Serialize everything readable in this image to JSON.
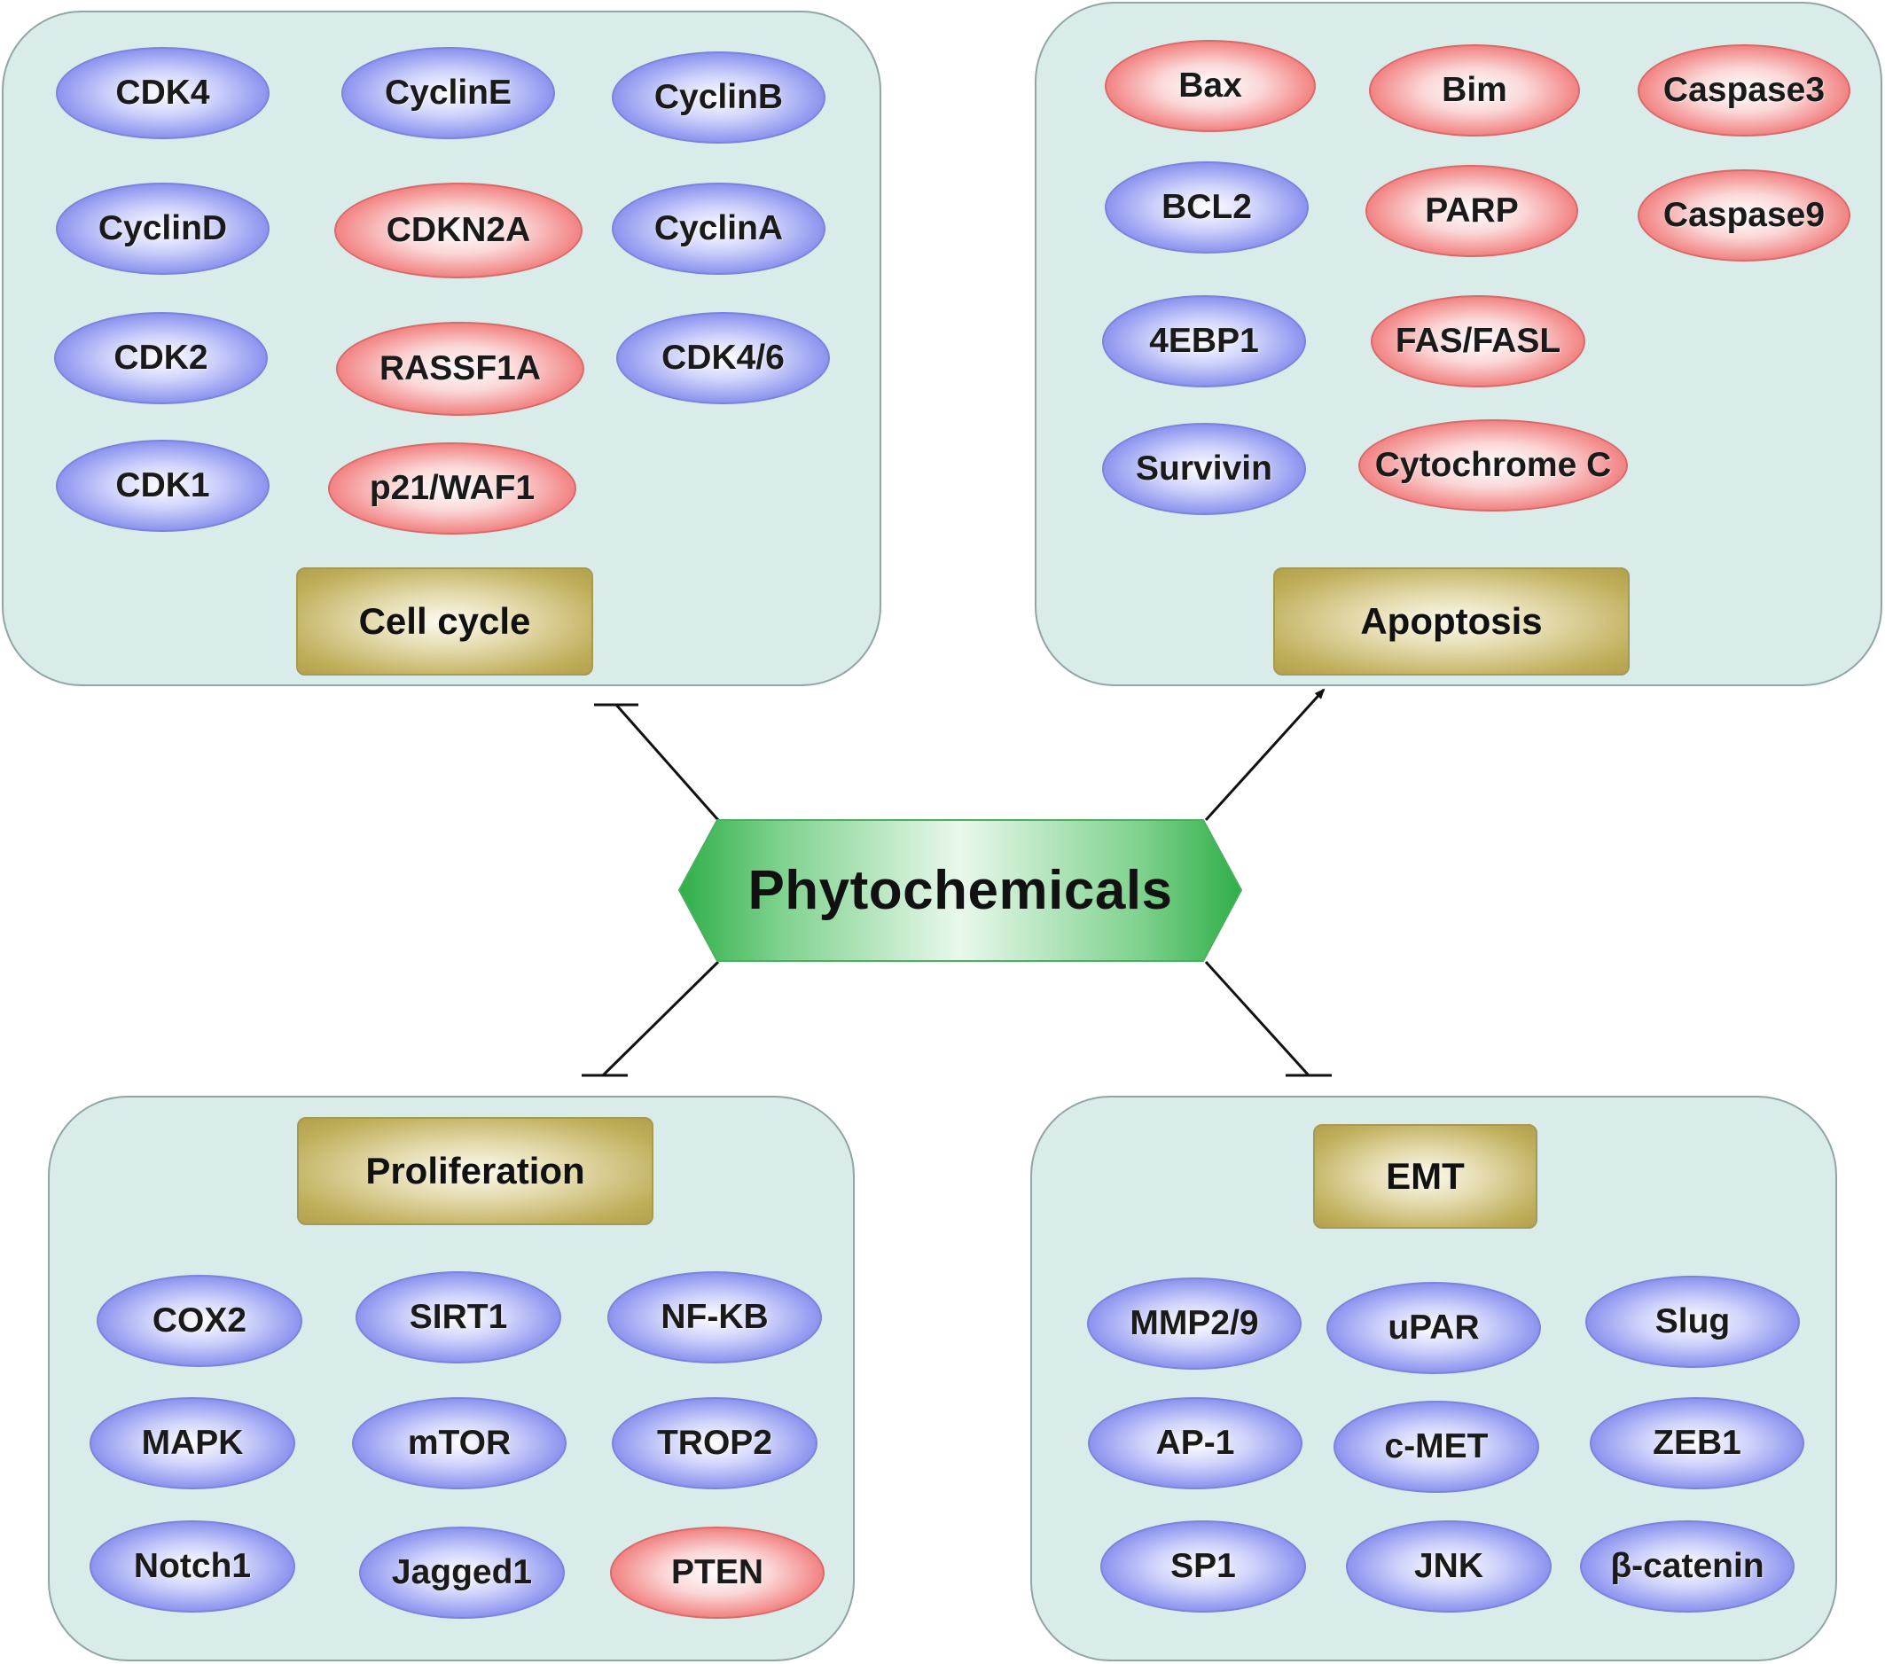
{
  "center": {
    "label": "Phytochemicals"
  },
  "cell_cycle": {
    "title": "Cell cycle",
    "nodes": [
      "CDK4",
      "CyclinE",
      "CyclinB",
      "CyclinD",
      "CDKN2A",
      "CyclinA",
      "CDK2",
      "RASSF1A",
      "CDK4/6",
      "CDK1",
      "p21/WAF1"
    ]
  },
  "apoptosis": {
    "title": "Apoptosis",
    "nodes": [
      "Bax",
      "Bim",
      "Caspase3",
      "BCL2",
      "PARP",
      "Caspase9",
      "4EBP1",
      "FAS/FASL",
      "Survivin",
      "Cytochrome C"
    ]
  },
  "proliferation": {
    "title": "Proliferation",
    "nodes": [
      "COX2",
      "SIRT1",
      "NF-KB",
      "MAPK",
      "mTOR",
      "TROP2",
      "Notch1",
      "Jagged1",
      "PTEN"
    ]
  },
  "emt": {
    "title": "EMT",
    "nodes": [
      "MMP2/9",
      "uPAR",
      "Slug",
      "AP-1",
      "c-MET",
      "ZEB1",
      "SP1",
      "JNK",
      "β-catenin"
    ]
  },
  "colors": {
    "panel": "#d9ecea",
    "blue_node": "#7b83e6",
    "red_node": "#ec5a5a",
    "label_box": "#bfae5a",
    "center": "#3cbf5c"
  }
}
